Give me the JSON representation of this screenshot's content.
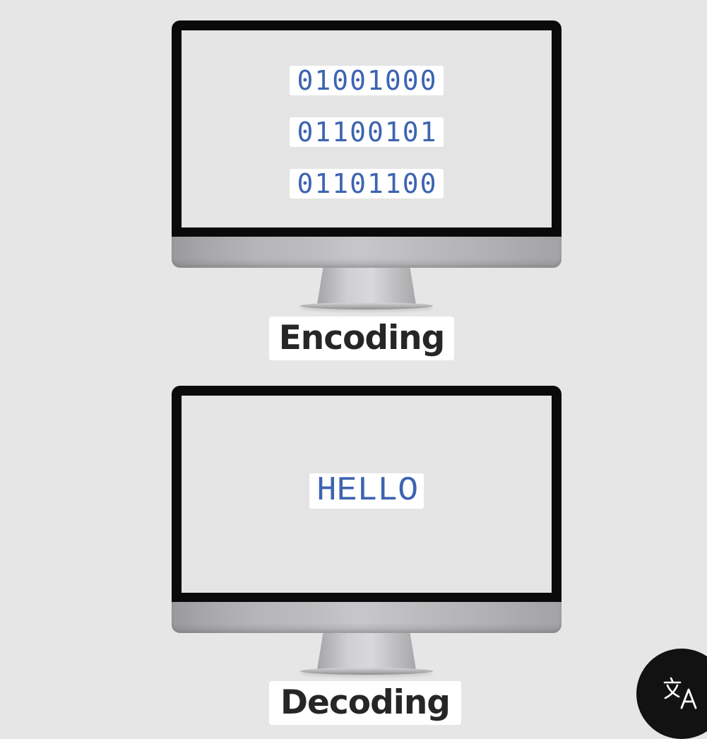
{
  "encoding_panel": {
    "binary_lines": [
      "01001000",
      "01100101",
      "01101100"
    ],
    "caption": "Encoding"
  },
  "decoding_panel": {
    "text": "HELLO",
    "caption": "Decoding"
  },
  "translate_button": {
    "icon": "translate-icon"
  },
  "colors": {
    "background": "#e6e6e6",
    "screen_text": "#3d64b0",
    "caption_text": "#262626",
    "monitor_bezel": "#0a0a0a",
    "translate_button": "#121212"
  }
}
